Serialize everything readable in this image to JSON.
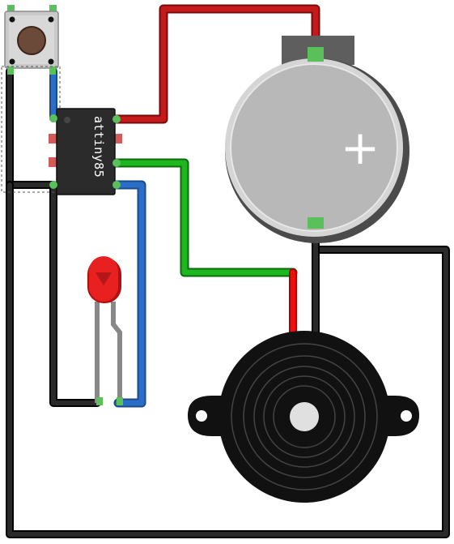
{
  "chip": {
    "label": "attiny85"
  },
  "battery": {
    "polarity_symbol": "+"
  },
  "colors": {
    "wire_red": "#c41a1a",
    "wire_green": "#1eb81e",
    "wire_blue": "#2a6ec8",
    "wire_black": "#1a1a1a",
    "led_red": "#e82020",
    "chip_body": "#2b2b2b",
    "battery_body": "#b8b8b8",
    "buzzer_body": "#111111"
  },
  "components": [
    {
      "type": "push-button"
    },
    {
      "type": "attiny85-chip"
    },
    {
      "type": "coin-cell-battery"
    },
    {
      "type": "red-led"
    },
    {
      "type": "piezo-buzzer"
    }
  ]
}
